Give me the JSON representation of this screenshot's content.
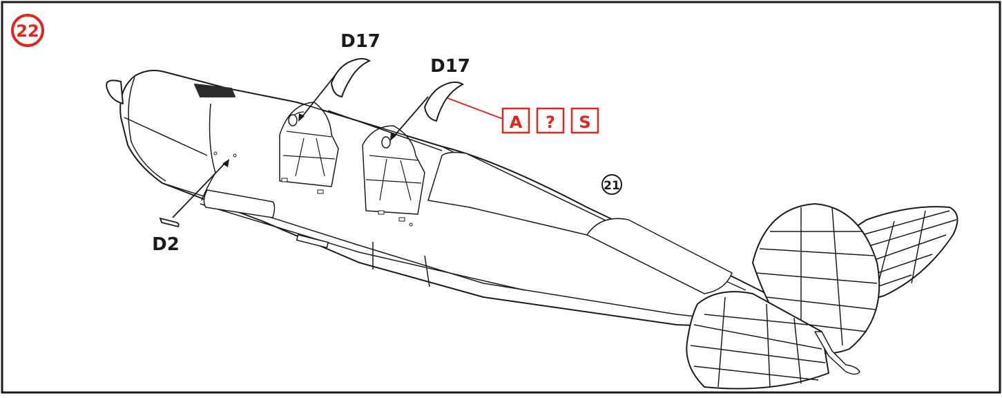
{
  "step": {
    "number": "22",
    "accent_color": "#e1261c"
  },
  "parts": {
    "d17_rear": "D17",
    "d17_front": "D17",
    "d2": "D2"
  },
  "reference_step": "21",
  "paint_codes": [
    "A",
    "?",
    "S"
  ],
  "colors": {
    "line": "#1a1a1a",
    "accent": "#e1261c",
    "background": "#ffffff",
    "dark_panel": "#2b2b2b"
  }
}
